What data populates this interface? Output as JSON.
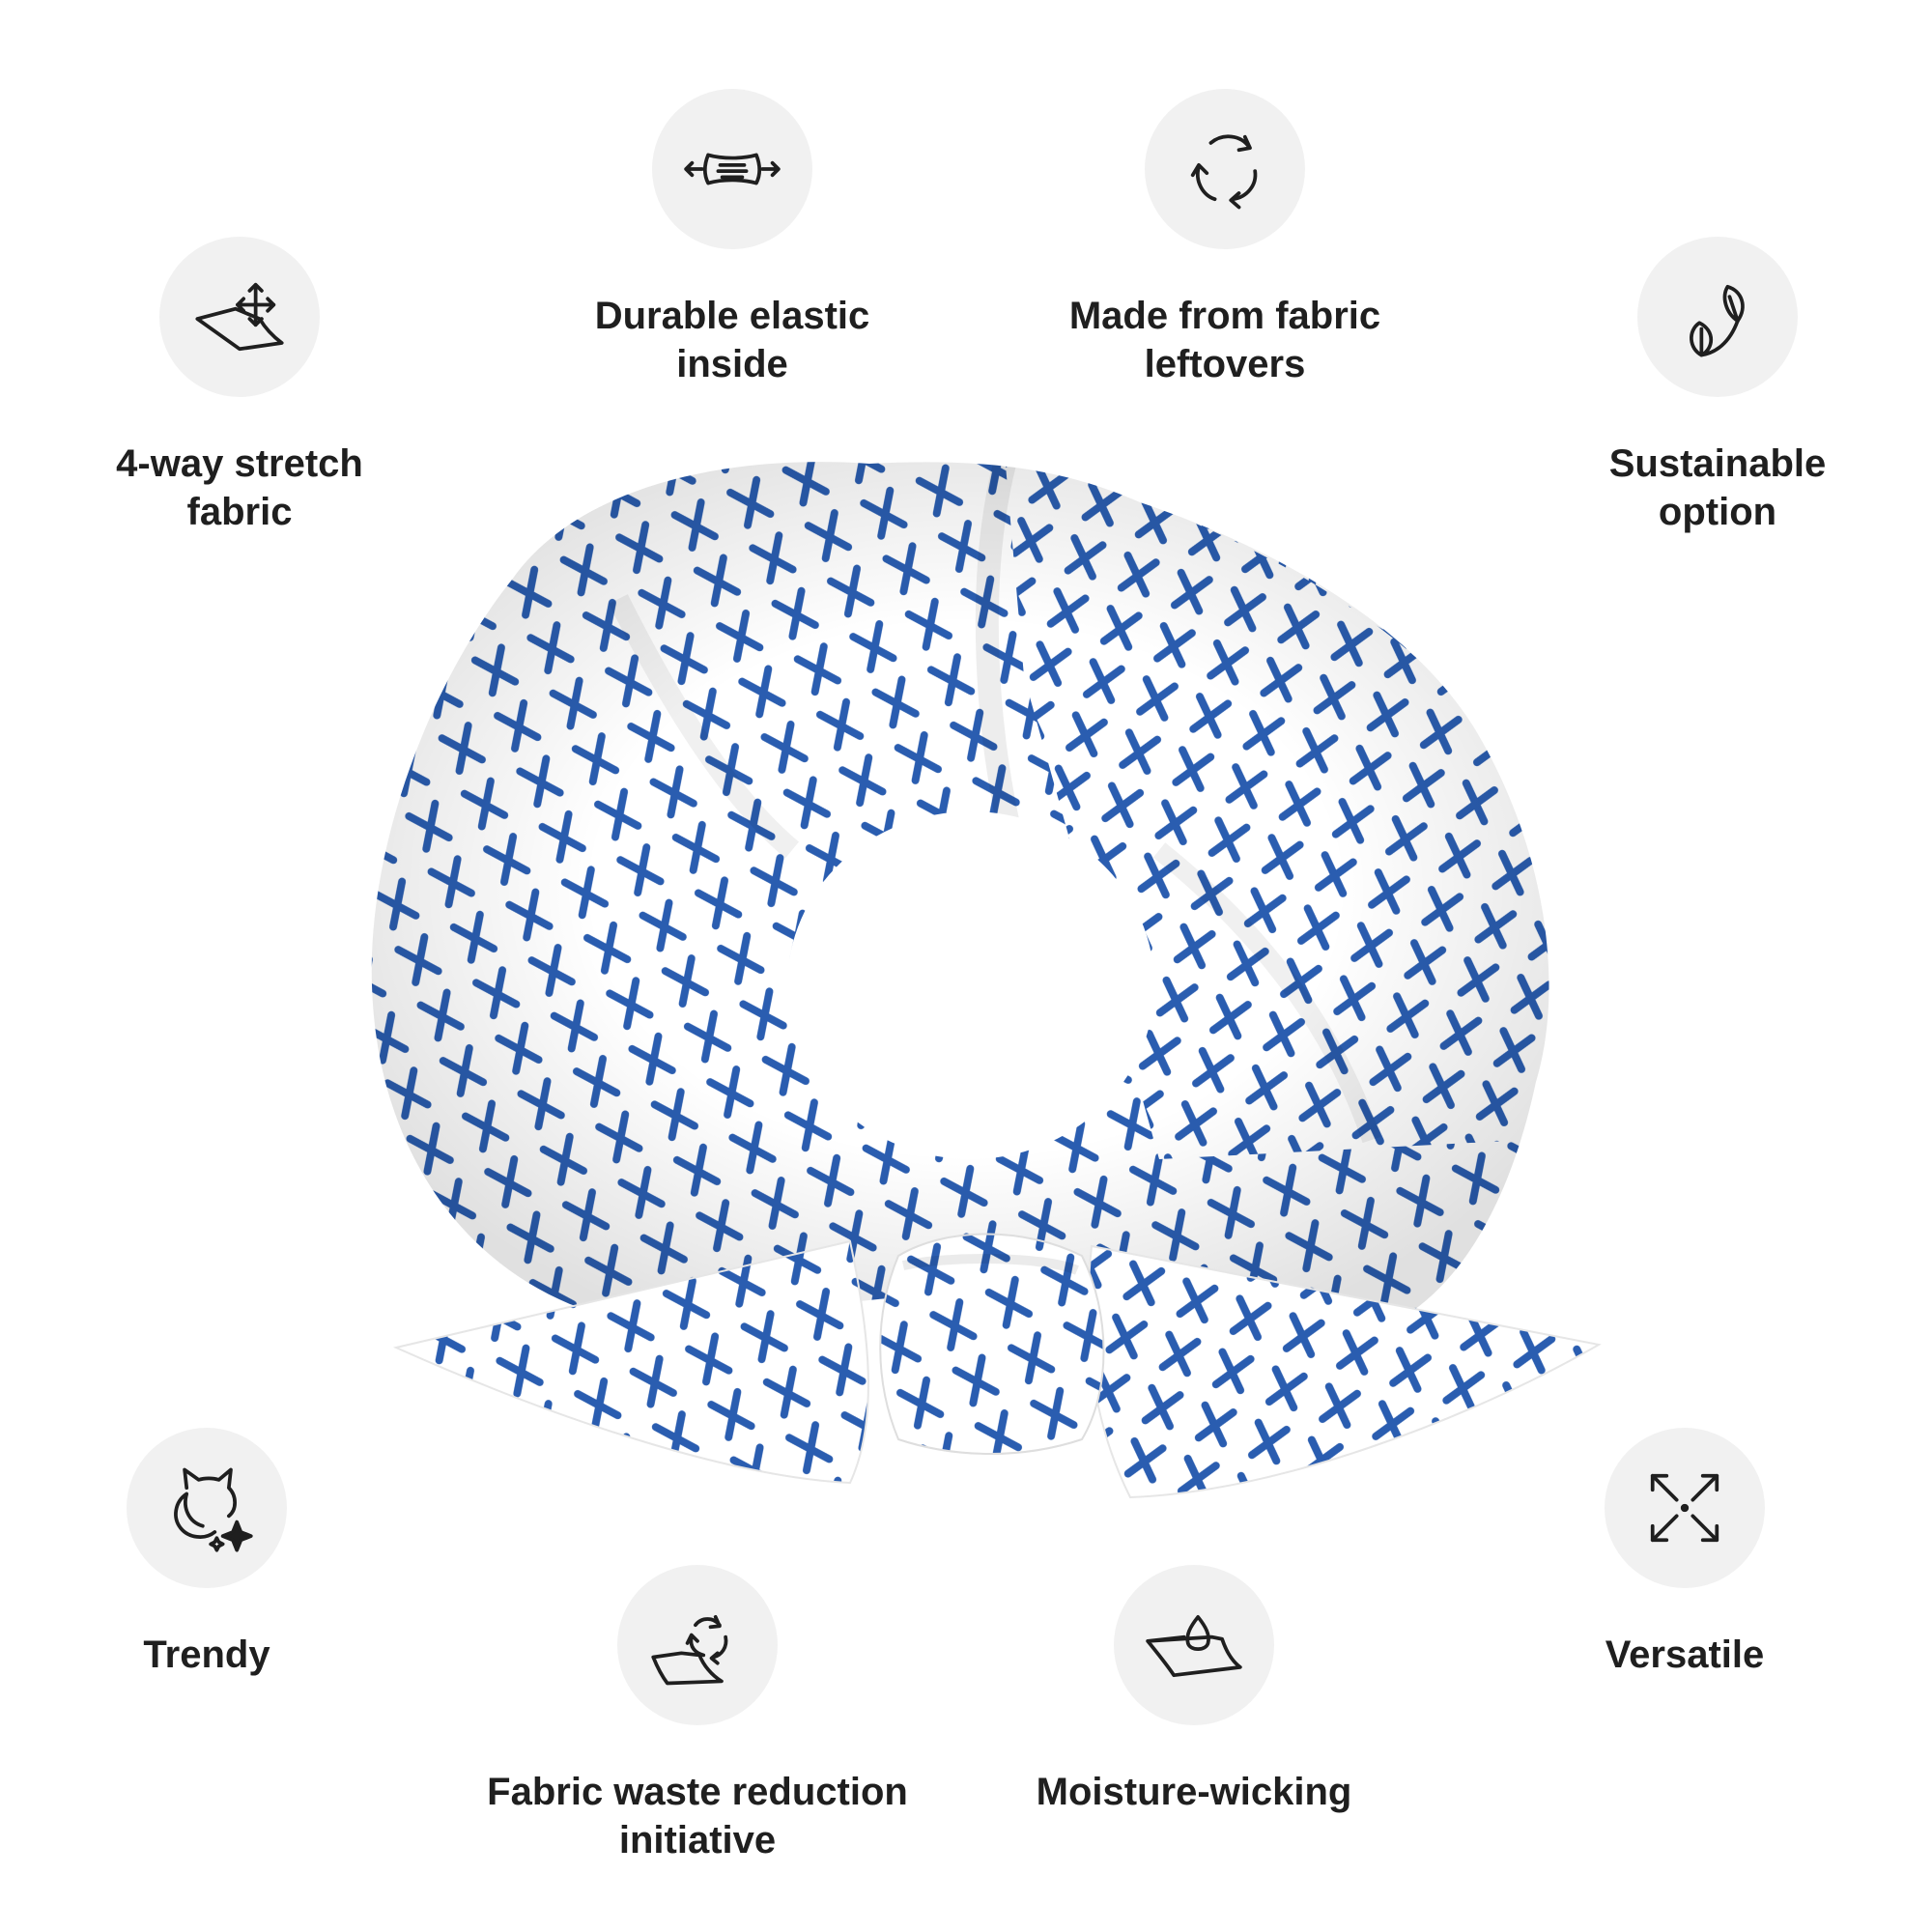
{
  "features": [
    {
      "id": "stretch",
      "icon": "four-way-stretch-icon",
      "label": "4-way stretch\nfabric"
    },
    {
      "id": "elastic",
      "icon": "elastic-compress-icon",
      "label": "Durable elastic\ninside"
    },
    {
      "id": "leftovers",
      "icon": "recycle-arrows-icon",
      "label": "Made from fabric\nleftovers"
    },
    {
      "id": "sustainable",
      "icon": "leaves-icon",
      "label": "Sustainable\noption"
    },
    {
      "id": "trendy",
      "icon": "cat-sparkle-icon",
      "label": "Trendy"
    },
    {
      "id": "waste",
      "icon": "fabric-recycle-icon",
      "label": "Fabric waste reduction\ninitiative"
    },
    {
      "id": "moisture",
      "icon": "water-drop-fabric-icon",
      "label": "Moisture-wicking"
    },
    {
      "id": "versatile",
      "icon": "expand-arrows-icon",
      "label": "Versatile"
    }
  ],
  "product": {
    "name": "scrunchie",
    "pattern_color": "#2a5db0",
    "fabric_color": "#ffffff"
  },
  "colors": {
    "icon_background": "#f1f1f1",
    "text": "#1f1f1f"
  }
}
